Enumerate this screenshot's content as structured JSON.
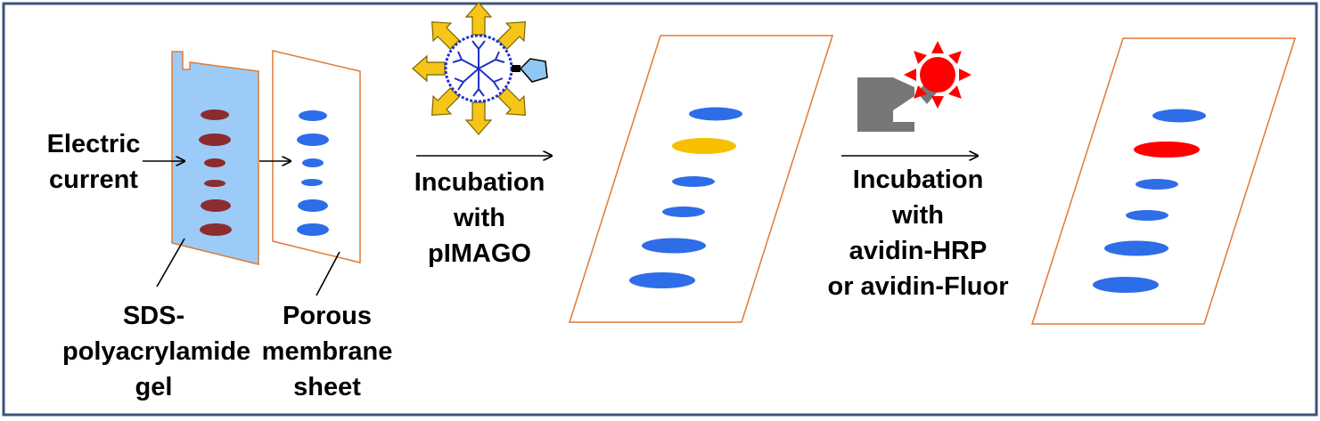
{
  "labels": {
    "electric_current": [
      "Electric",
      "current"
    ],
    "gel": [
      "SDS-",
      "polyacrylamide",
      "gel"
    ],
    "membrane": [
      "Porous",
      "membrane",
      "sheet"
    ],
    "step1": [
      "Incubation",
      "with",
      "pIMAGO"
    ],
    "step2": [
      "Incubation",
      "with",
      "avidin-HRP",
      "or avidin-Fluor"
    ]
  },
  "colors": {
    "frame": "#3a5578",
    "outline": "#e07a32",
    "gel_fill": "#9dcbf7",
    "gel_band": "#8b2c2e",
    "protein_band": "#2e6de8",
    "pimago_band": "#f6c000",
    "detected_band": "#ff0000",
    "reagent_arrow": "#f5c518",
    "avidin": "#777777",
    "sun": "#ff0000"
  },
  "icons": {
    "pimago": "pimago-dendrimer-icon",
    "avidin": "avidin-hrp-icon"
  }
}
